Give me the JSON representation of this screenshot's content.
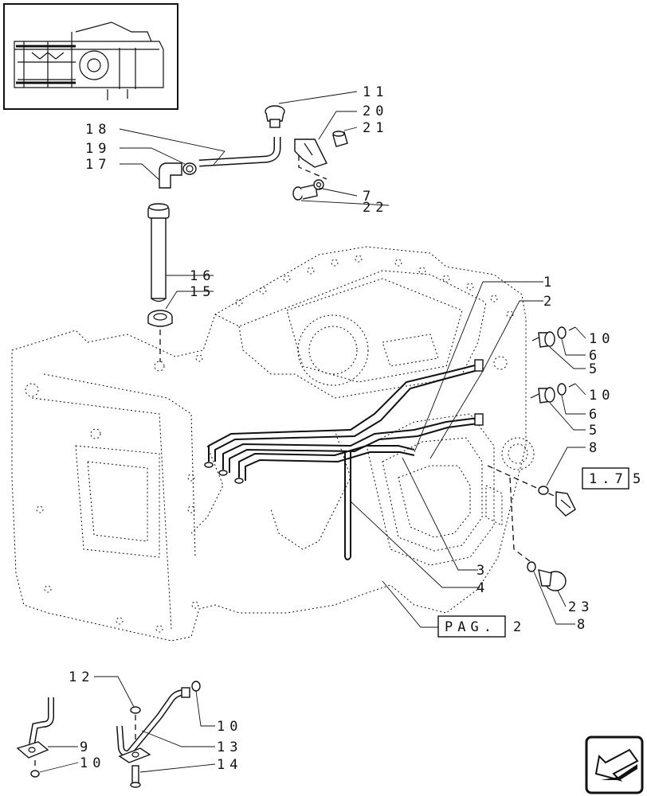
{
  "callouts": {
    "c1": "1",
    "c2": "2",
    "c3": "3",
    "c4": "4",
    "c5a": "5",
    "c5b": "5",
    "c5c": "5",
    "c6a": "6",
    "c6b": "6",
    "c7": "7",
    "c8a": "8",
    "c8b": "8",
    "c9": "9",
    "c10a": "10",
    "c10b": "10",
    "c10c": "10",
    "c10d": "10",
    "c11": "11",
    "c12": "12",
    "c13": "13",
    "c14": "14",
    "c15": "15",
    "c16": "16",
    "c17": "17",
    "c18": "18",
    "c19": "19",
    "c20": "20",
    "c21": "21",
    "c22": "22",
    "c23": "23"
  },
  "refs": {
    "ref_box_1": "1.7",
    "ref_box_2": "PAG.",
    "ref_suffix_2": "2"
  },
  "icons": {
    "thumbnail": "tractor-transmission-thumbnail-icon",
    "nav": "previous-page-arrow-icon"
  }
}
